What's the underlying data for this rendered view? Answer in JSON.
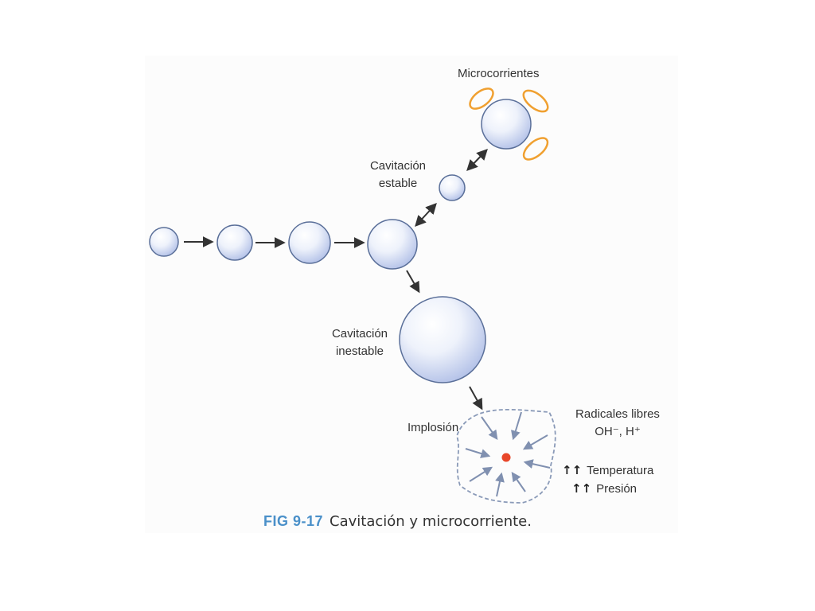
{
  "labels": {
    "microcurrents": "Microcorrientes",
    "stable_line1": "Cavitación",
    "stable_line2": "estable",
    "unstable_line1": "Cavitación",
    "unstable_line2": "inestable",
    "implosion": "Implosión",
    "radicals_line1": "Radicales libres",
    "radicals_line2": "OH⁻, H⁺",
    "temperature": "Temperatura",
    "pressure": "Presión",
    "up_arrows": "↑↑"
  },
  "caption": {
    "figure_number": "FIG 9-17",
    "text": "Cavitación y microcorriente."
  },
  "colors": {
    "bubble_edge": "#5a6f99",
    "bubble_light": "#ffffff",
    "bubble_dark": "#aebde6",
    "arrow": "#333333",
    "implosion_arrow": "#8090b0",
    "microcurrent_ring": "#f0a030",
    "hot_spot": "#e8472a",
    "caption_accent": "#4a90c9"
  }
}
